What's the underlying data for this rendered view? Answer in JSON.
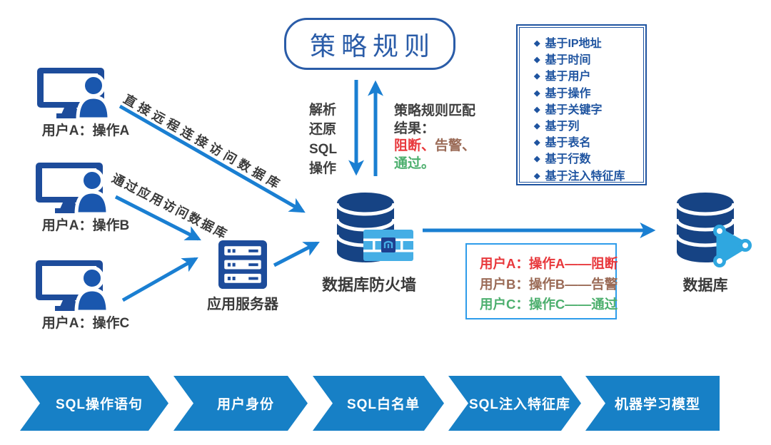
{
  "policy_box": {
    "label": "策略规则"
  },
  "rules_panel": {
    "bullet": "◆",
    "items": [
      "基于IP地址",
      "基于时间",
      "基于用户",
      "基于操作",
      "基于关键字",
      "基于列",
      "基于表名",
      "基于行数",
      "基于注入特征库"
    ]
  },
  "users": [
    {
      "label": "用户A：操作A"
    },
    {
      "label": "用户A：操作B"
    },
    {
      "label": "用户A：操作C"
    }
  ],
  "flow_labels": {
    "direct": "直接远程连接访问数据库",
    "via_app": "通过应用访问数据库"
  },
  "app_server": {
    "label": "应用服务器"
  },
  "firewall": {
    "label": "数据库防火墙"
  },
  "database": {
    "label": "数据库"
  },
  "parse_text": {
    "lines": [
      "解析",
      "还原",
      "SQL",
      "操作"
    ]
  },
  "match_text": {
    "line1": "策略规则匹配",
    "line2": "结果：",
    "blocked": "阻断、",
    "alert": "告警、",
    "passed": "通过。"
  },
  "result_box": {
    "rows": [
      {
        "text": "用户A：操作A——阻断",
        "color": "#E8383C"
      },
      {
        "text": "用户B：操作B——告警",
        "color": "#9B6B57"
      },
      {
        "text": "用户C：操作C——通过",
        "color": "#4DAF6E"
      }
    ]
  },
  "pipeline": {
    "steps": [
      "SQL操作语句",
      "用户身份",
      "SQL白名单",
      "SQL注入特征库",
      "机器学习模型"
    ]
  },
  "colors": {
    "icon_navy": "#1D4C9B",
    "cylinder_navy": "#164384",
    "arrow_blue": "#1A7FD2",
    "outline_blue": "#2A5CA8",
    "rules_blue": "#1F54A0",
    "light_blue": "#45AEE5",
    "net_icon_blue": "#2FA7E0",
    "result_border": "#2E9CEA",
    "chevron_blue": "#1780C6",
    "blocked_red": "#E8383C",
    "alert_brown": "#9B6B57",
    "pass_green": "#4DAF6E",
    "text_dark": "#3A3A3A"
  }
}
